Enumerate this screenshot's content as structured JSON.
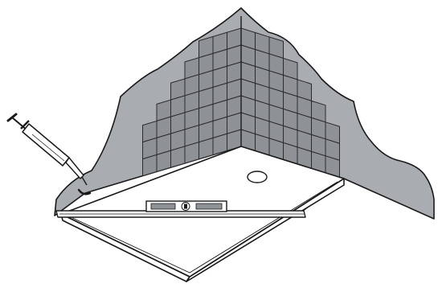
{
  "illustration": {
    "colors": {
      "wall": "#a9acb0",
      "tile": "#8e9297",
      "grout": "#2b2b2b",
      "outline": "#1a1a1a",
      "tray": "#ffffff",
      "background": "#ffffff"
    },
    "tile_rows": [
      {
        "left_tiles": 3,
        "right_tiles": 3
      },
      {
        "left_tiles": 4,
        "right_tiles": 4
      },
      {
        "left_tiles": 5,
        "right_tiles": 5
      },
      {
        "left_tiles": 6,
        "right_tiles": 6
      },
      {
        "left_tiles": 7,
        "right_tiles": 7
      },
      {
        "left_tiles": 7,
        "right_tiles": 7
      },
      {
        "left_tiles": 7,
        "right_tiles": 7
      }
    ],
    "objects": [
      {
        "name": "caulk-gun-icon"
      },
      {
        "name": "spirit-level-icon"
      },
      {
        "name": "shower-tray"
      },
      {
        "name": "drain-hole"
      }
    ]
  }
}
